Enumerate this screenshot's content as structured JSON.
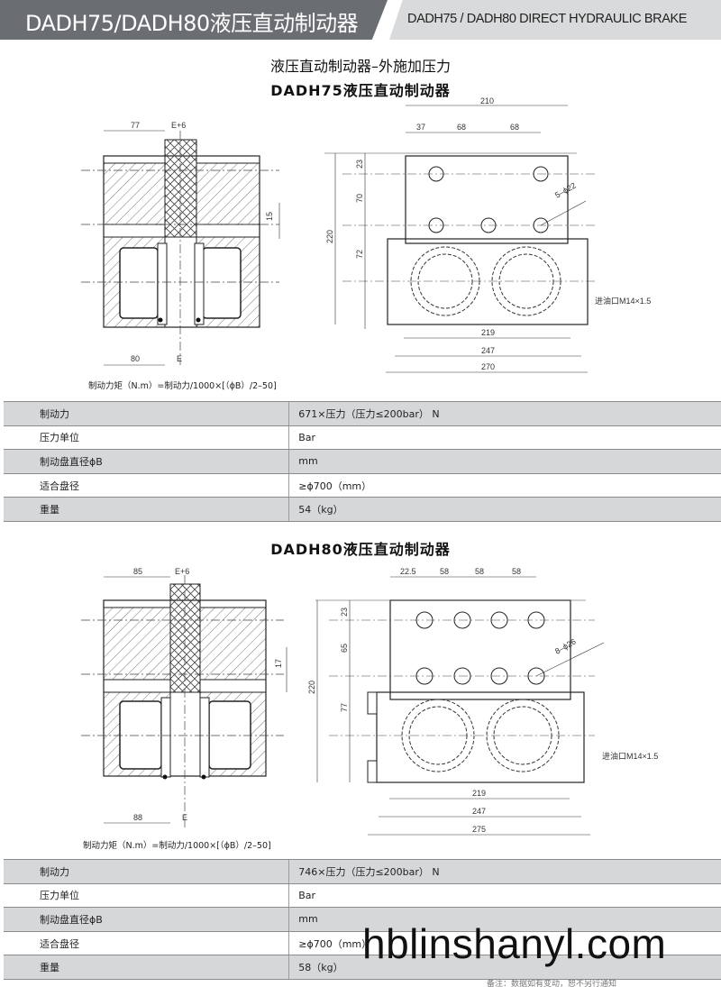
{
  "header": {
    "left_title": "DADH75/DADH80液压直动制动器",
    "right_title": "DADH75 / DADH80 DIRECT HYDRAULIC BRAKE"
  },
  "section_title": "液压直动制动器–外施加压力",
  "dadh75": {
    "title": "DADH75液压直动制动器",
    "left_dims": {
      "top": "77",
      "gap": "E+6",
      "side": "15",
      "bottom": "80",
      "gap_bottom": "E"
    },
    "right_dims": {
      "width": "210",
      "d1": "37",
      "d2": "68",
      "d3": "68",
      "h1": "23",
      "h2": "70",
      "h3": "72",
      "height": "220",
      "holes": "5–ϕ22",
      "port": "进油口M14×1.5",
      "w1": "219",
      "w2": "247",
      "w3": "270"
    },
    "formula": "制动力矩（N.m）=制动力/1000×[（ϕB）/2–50]",
    "specs": [
      {
        "label": "制动力",
        "value": "671×压力（压力≤200bar）  N"
      },
      {
        "label": "压力单位",
        "value": "Bar"
      },
      {
        "label": "制动盘直径ϕB",
        "value": "mm"
      },
      {
        "label": "适合盘径",
        "value": "≥ϕ700（mm）"
      },
      {
        "label": "重量",
        "value": "54（kg）"
      }
    ]
  },
  "dadh80": {
    "title": "DADH80液压直动制动器",
    "left_dims": {
      "top": "85",
      "gap": "E+6",
      "side": "17",
      "bottom": "88",
      "gap_bottom": "E"
    },
    "right_dims": {
      "d1": "22.5",
      "d2": "58",
      "d3": "58",
      "d4": "58",
      "h1": "23",
      "h2": "65",
      "h3": "77",
      "height": "220",
      "holes": "8–ϕ26",
      "port": "进油口M14×1.5",
      "w1": "219",
      "w2": "247",
      "w3": "275"
    },
    "formula": "制动力矩（N.m）=制动力/1000×[（ϕB）/2–50]",
    "specs": [
      {
        "label": "制动力",
        "value": "746×压力（压力≤200bar）  N"
      },
      {
        "label": "压力单位",
        "value": "Bar"
      },
      {
        "label": "制动盘直径ϕB",
        "value": "mm"
      },
      {
        "label": "适合盘径",
        "value": "≥ϕ700（mm）"
      },
      {
        "label": "重量",
        "value": "58（kg）"
      }
    ]
  },
  "watermark": "hblinshanyl.com",
  "footnote": "备注：数据如有变动，恕不另行通知"
}
